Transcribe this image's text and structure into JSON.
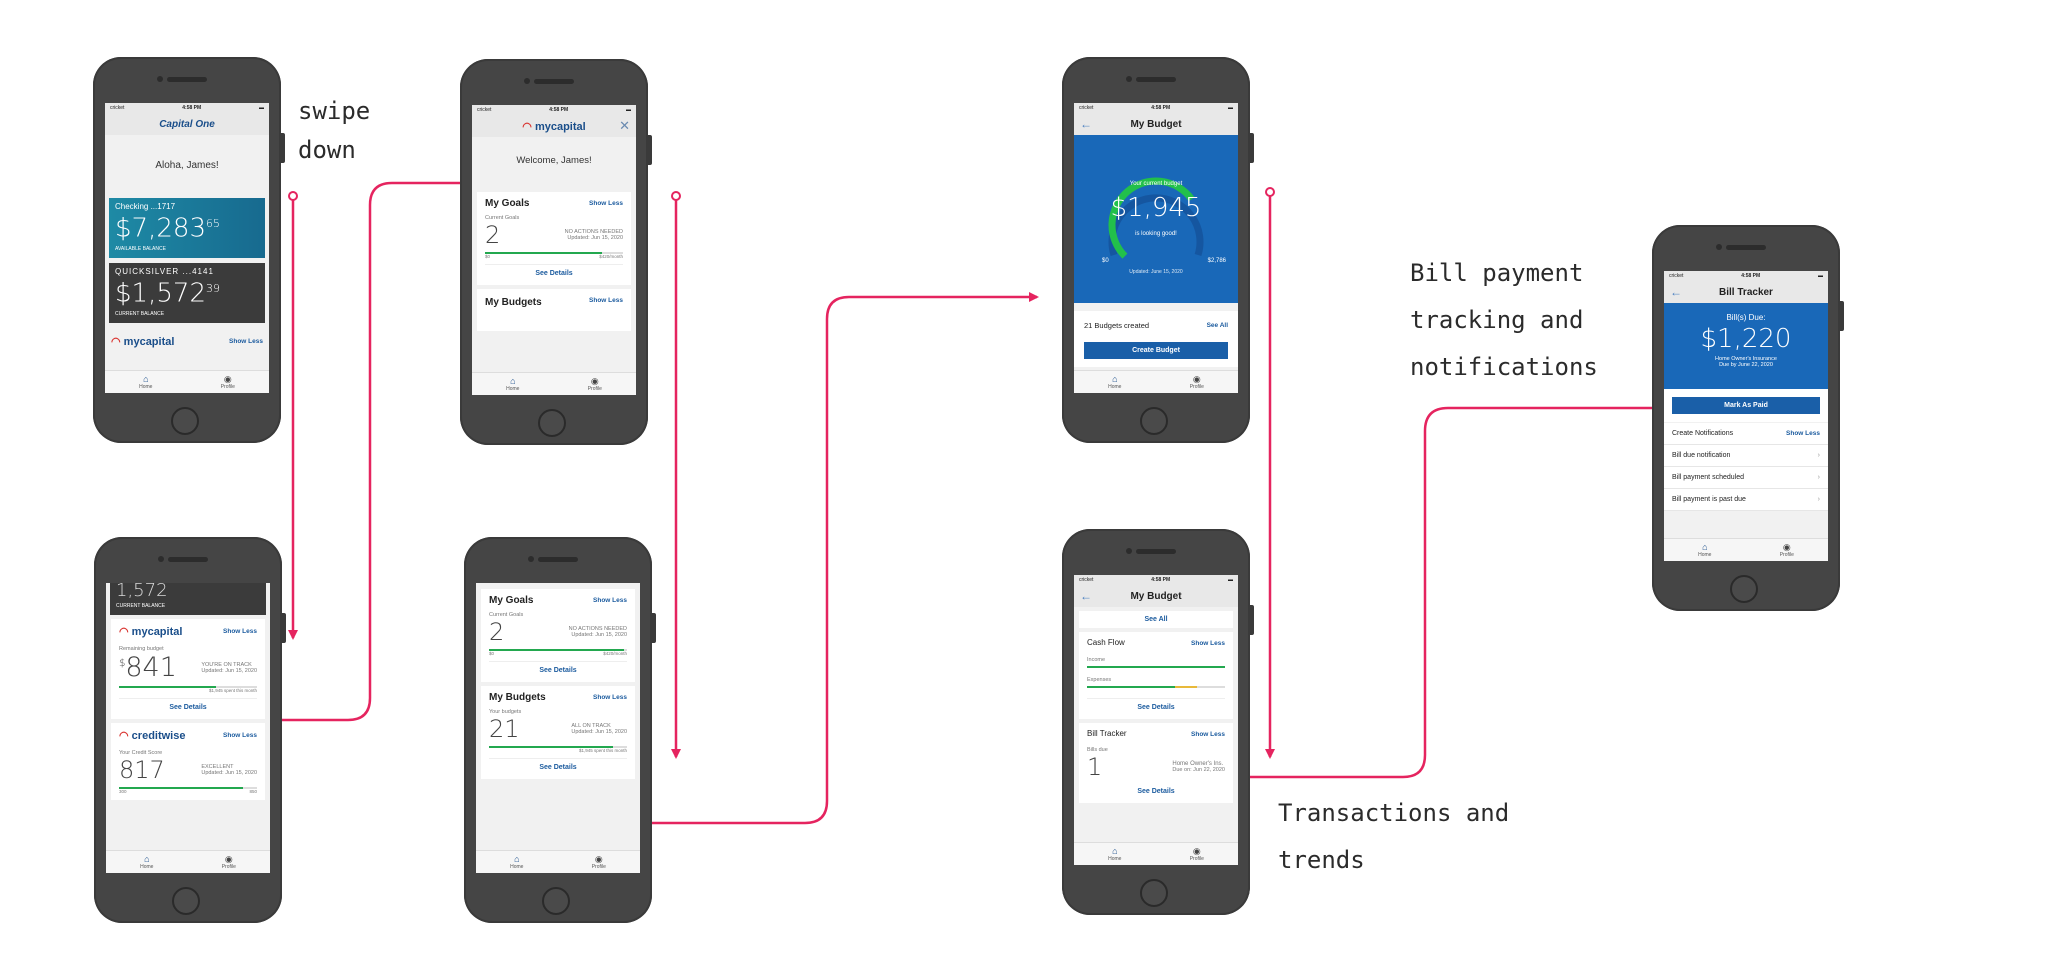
{
  "annotations": {
    "swipe_line1": "swipe",
    "swipe_line2": "down",
    "bill_line1": "Bill payment",
    "bill_line2": "tracking and",
    "bill_line3": "notifications",
    "trans_line1": "Transactions and",
    "trans_line2": "trends"
  },
  "status": {
    "carrier": "cricket",
    "time": "4:58 PM"
  },
  "tabs": {
    "home": "Home",
    "profile": "Profile"
  },
  "screen1": {
    "logo": "Capital One",
    "greeting": "Aloha, James!",
    "checking": {
      "name": "Checking ...1717",
      "dollars": "7,283",
      "cents": "65",
      "caption": "AVAILABLE BALANCE"
    },
    "quicksilver": {
      "name": "QUICKSILVER ...4141",
      "dollars": "1,572",
      "cents": "39",
      "caption": "CURRENT BALANCE"
    },
    "brand": "mycapital",
    "show_less": "Show Less"
  },
  "screen2": {
    "brand": "mycapital",
    "welcome": "Welcome, James!",
    "goals": {
      "title": "My Goals",
      "show_less": "Show Less",
      "caption": "Current Goals",
      "count": "2",
      "status": "NO ACTIONS NEEDED",
      "updated": "Updated: Jun 15, 2020",
      "min": "$0",
      "max": "$420/month",
      "progress": 0.85,
      "see_details": "See Details"
    },
    "budgets": {
      "title": "My Budgets",
      "show_less": "Show Less"
    }
  },
  "screen3": {
    "top_balance": "1,572",
    "top_caption": "CURRENT BALANCE",
    "brand": "mycapital",
    "show_less": "Show Less",
    "budget": {
      "caption": "Remaining budget",
      "dollars": "841",
      "status": "YOU'RE ON TRACK",
      "updated": "Updated: Jun 15, 2020",
      "spent": "$1,945 spent this month",
      "progress": 0.7,
      "see_details": "See Details"
    },
    "creditwise": {
      "brand": "creditwise",
      "show_less": "Show Less",
      "caption": "Your Credit Score",
      "score": "817",
      "status": "EXCELLENT",
      "updated": "Updated: Jun 15, 2020",
      "min": "300",
      "max": "850",
      "progress": 0.9
    }
  },
  "screen4": {
    "goals": {
      "title": "My Goals",
      "show_less": "Show Less",
      "caption": "Current Goals",
      "count": "2",
      "status": "NO ACTIONS NEEDED",
      "updated": "Updated: Jun 15, 2020",
      "min": "$0",
      "max": "$420/month",
      "progress": 0.98,
      "see_details": "See Details"
    },
    "budgets": {
      "title": "My Budgets",
      "show_less": "Show Less",
      "caption": "Your budgets",
      "count": "21",
      "status": "ALL ON TRACK",
      "updated": "Updated: Jun 15, 2020",
      "spent": "$1,945 spent this month",
      "progress": 0.9,
      "see_details": "See Details"
    }
  },
  "screen5": {
    "title": "My Budget",
    "gauge_caption": "Your current budget",
    "amount": "$1,945",
    "subtext": "is looking good!",
    "min": "$0",
    "max": "$2,786",
    "updated": "Updated: June 15, 2020",
    "gauge_progress": 0.7,
    "budgets_created": "21 Budgets created",
    "see_all": "See All",
    "create_button": "Create Budget"
  },
  "screen6": {
    "title": "My Budget",
    "see_all": "See All",
    "cashflow": {
      "title": "Cash Flow",
      "show_less": "Show Less",
      "income": "Income",
      "expenses": "Expenses",
      "income_progress": 1.0,
      "expenses_progress": 0.8,
      "see_details": "See Details"
    },
    "bill": {
      "title": "Bill Tracker",
      "show_less": "Show Less",
      "caption": "Bills due",
      "count": "1",
      "payee": "Home Owner's Ins.",
      "due": "Due on: Jun 22, 2020",
      "see_details": "See Details"
    }
  },
  "screen7": {
    "title": "Bill Tracker",
    "due_caption": "Bill(s) Due:",
    "amount": "$1,220",
    "payee": "Home Owner's Insurance",
    "due": "Due by June 22, 2020",
    "mark_paid": "Mark As Paid",
    "notif_title": "Create Notifications",
    "show_less": "Show Less",
    "items": [
      "Bill due notification",
      "Bill payment scheduled",
      "Bill payment is past due"
    ]
  },
  "colors": {
    "connector": "#e5245f",
    "brand_blue": "#1a5fa8",
    "success": "#23a84f",
    "teal": "#1b8fa8"
  }
}
